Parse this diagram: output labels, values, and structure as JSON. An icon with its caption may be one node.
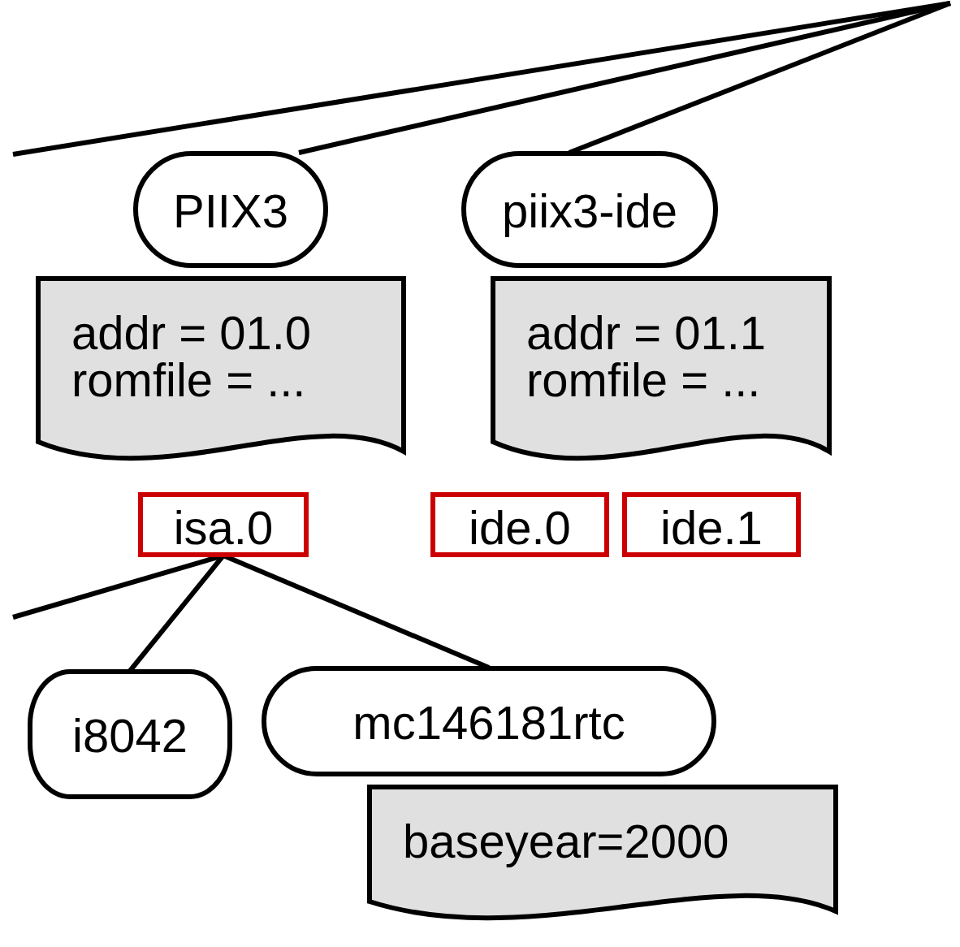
{
  "diagram": {
    "nodes": [
      {
        "text": [
          "PIIX3"
        ]
      },
      {
        "text": [
          "addr = 01.0",
          "romfile = ..."
        ]
      },
      {
        "text": [
          "isa.0"
        ]
      },
      {
        "text": [
          "piix3-ide"
        ]
      },
      {
        "text": [
          "addr = 01.1",
          "romfile = ..."
        ]
      },
      {
        "text": [
          "ide.0"
        ]
      },
      {
        "text": [
          "ide.1"
        ]
      },
      {
        "text": [
          "i8042"
        ]
      },
      {
        "text": [
          "mc146181rtc"
        ]
      },
      {
        "text": [
          "baseyear=2000"
        ]
      }
    ],
    "edges": [
      {
        "from": null,
        "to": 0,
        "arrow": "none"
      },
      {
        "from": null,
        "to": 3,
        "arrow": "none"
      },
      {
        "from": 2,
        "to": null,
        "arrow": "none"
      },
      {
        "from": 2,
        "to": 7,
        "arrow": "none"
      },
      {
        "from": 2,
        "to": 8,
        "arrow": "none"
      }
    ]
  }
}
